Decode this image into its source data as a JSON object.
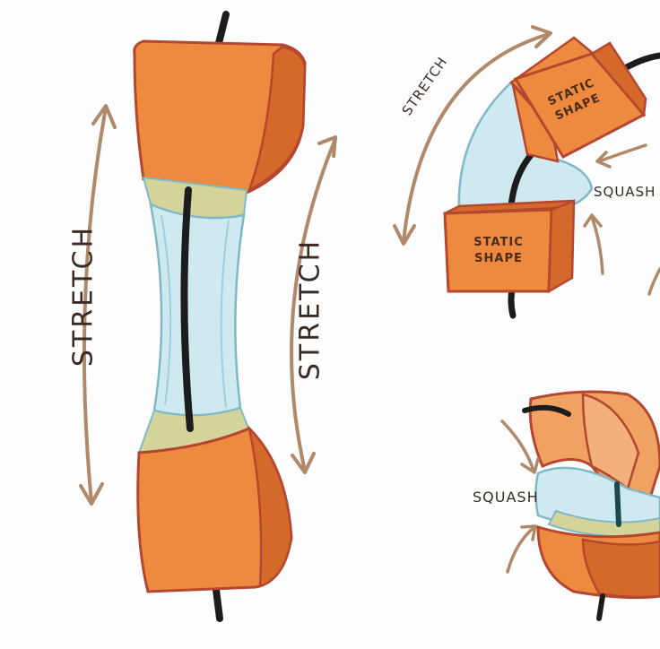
{
  "left_figure": {
    "stretch_left": "STRETCH",
    "stretch_right": "STRETCH"
  },
  "top_right_figure": {
    "stretch": "STRETCH",
    "static_shape_top_line1": "STATIC",
    "static_shape_top_line2": "SHAPE",
    "static_shape_bottom_line1": "STATIC",
    "static_shape_bottom_line2": "SHAPE",
    "squash": "SQUASH"
  },
  "bottom_right_figure": {
    "squash": "SQUASH"
  },
  "colors": {
    "orange": "#ee8a3f",
    "orange_dark": "#d5692a",
    "outline": "#b5462f",
    "cyan": "#cfe9f0",
    "cyan_outline": "#7fb9c8",
    "khaki": "#d4d39a",
    "arrow": "#b0896a",
    "rod": "#1c1c1c"
  }
}
